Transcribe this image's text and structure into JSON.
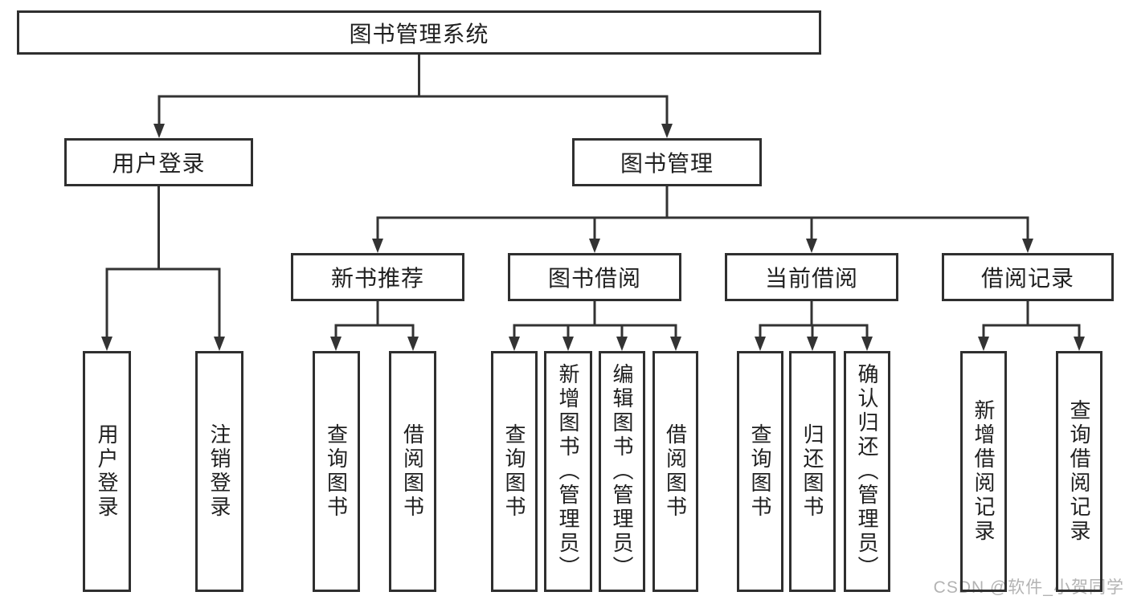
{
  "nodes": {
    "root": {
      "label": "图书管理系统"
    },
    "user_login_branch": {
      "label": "用户登录",
      "leaves": [
        {
          "label": "用户登录"
        },
        {
          "label": "注销登录"
        }
      ]
    },
    "book_mgmt_branch": {
      "label": "图书管理",
      "groups": [
        {
          "label": "新书推荐",
          "leaves": [
            {
              "label": "查询图书"
            },
            {
              "label": "借阅图书"
            }
          ]
        },
        {
          "label": "图书借阅",
          "leaves": [
            {
              "label": "查询图书"
            },
            {
              "label": "新增图书（管理员）"
            },
            {
              "label": "编辑图书（管理员）"
            },
            {
              "label": "借阅图书"
            }
          ]
        },
        {
          "label": "当前借阅",
          "leaves": [
            {
              "label": "查询图书"
            },
            {
              "label": "归还图书"
            },
            {
              "label": "确认归还（管理员）"
            }
          ]
        },
        {
          "label": "借阅记录",
          "leaves": [
            {
              "label": "新增借阅记录"
            },
            {
              "label": "查询借阅记录"
            }
          ]
        }
      ]
    }
  },
  "watermark": {
    "text": "CSDN @软件_小贺同学"
  },
  "colors": {
    "background": "#ffffff",
    "box_border": "#2f2f2f",
    "line": "#333333",
    "text": "#1f1f1f",
    "watermark": "#b3b3b3"
  }
}
